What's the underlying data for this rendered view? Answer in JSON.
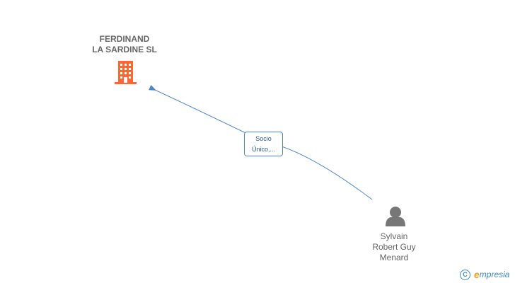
{
  "company": {
    "name_line1": "FERDINAND",
    "name_line2": "LA SARDINE SL",
    "icon": "building-icon",
    "color": "#ff6633"
  },
  "person": {
    "name_line1": "Sylvain",
    "name_line2": "Robert Guy",
    "name_line3": "Menard",
    "icon": "person-icon",
    "color": "#777777"
  },
  "relation": {
    "label_line1": "Socio",
    "label_line2": "Único,...",
    "color": "#4a86c8"
  },
  "watermark": {
    "copyright_symbol": "C",
    "brand_initial": "e",
    "brand_rest": "mpresia"
  }
}
